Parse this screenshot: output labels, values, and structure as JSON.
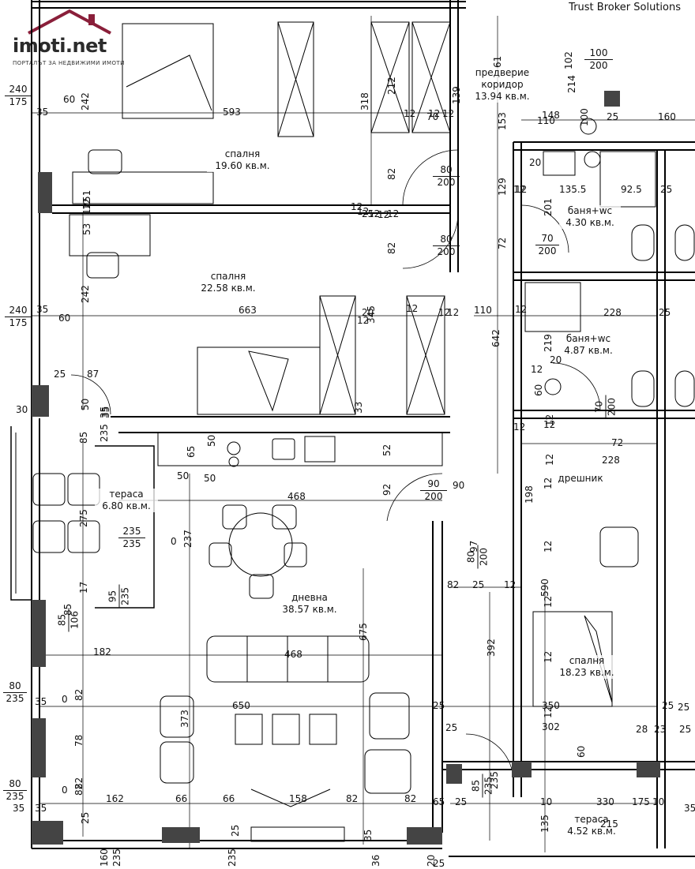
{
  "brand": {
    "logo_text": "imoti.net",
    "logo_subtitle": "ПОРТАЛЪТ ЗА НЕДВИЖИМИ ИМОТИ",
    "agency": "Trust Broker Solutions"
  },
  "rooms": [
    {
      "name": "спалня",
      "area": "19.60 кв.м."
    },
    {
      "name": "спалня",
      "area": "22.58 кв.м."
    },
    {
      "name": "предверие\nкоридор",
      "area": "13.94 кв.м."
    },
    {
      "name": "баня+wc",
      "area": "4.30 кв.м."
    },
    {
      "name": "баня+wc",
      "area": "4.87 кв.м."
    },
    {
      "name": "дрешник",
      "area": ""
    },
    {
      "name": "тераса",
      "area": "6.80 кв.м."
    },
    {
      "name": "дневна",
      "area": "38.57 кв.м."
    },
    {
      "name": "спалня",
      "area": "18.23 кв.м."
    },
    {
      "name": "тераса",
      "area": "4.52 кв.м."
    }
  ],
  "doors": [
    {
      "w": "100",
      "h": "200"
    },
    {
      "w": "80",
      "h": "200"
    },
    {
      "w": "80",
      "h": "200"
    },
    {
      "w": "70",
      "h": "200"
    },
    {
      "w": "70",
      "h": "200"
    },
    {
      "w": "90",
      "h": "200"
    },
    {
      "w": "80",
      "h": "200"
    },
    {
      "w": "240",
      "h": "175"
    },
    {
      "w": "240",
      "h": "175"
    },
    {
      "w": "235",
      "h": "235"
    },
    {
      "w": "95",
      "h": "235"
    },
    {
      "w": "85",
      "h": "106"
    },
    {
      "w": "80",
      "h": "235"
    },
    {
      "w": "80",
      "h": "235"
    },
    {
      "w": "85",
      "h": "235"
    }
  ],
  "hdims": [
    "593",
    "60",
    "35",
    "663",
    "60",
    "35",
    "110",
    "148",
    "25",
    "160",
    "135.5",
    "92.5",
    "25",
    "228",
    "25",
    "110",
    "12",
    "12",
    "87",
    "25",
    "468",
    "50",
    "50",
    "90",
    "72",
    "228",
    "66",
    "468",
    "182",
    "650",
    "350",
    "302",
    "162",
    "66",
    "82",
    "158",
    "82",
    "65",
    "25",
    "25",
    "10",
    "330",
    "215",
    "175",
    "10",
    "25",
    "82",
    "12",
    "28",
    "23",
    "25",
    "25",
    "25",
    "25",
    "25",
    "12",
    "12",
    "12",
    "12",
    "20",
    "12",
    "12",
    "12",
    "12",
    "12",
    "20",
    "12",
    "0",
    "0",
    "0",
    "30",
    "35",
    "35",
    "35",
    "35",
    "12",
    "70",
    "20",
    "12",
    "12",
    "12",
    "25",
    "12",
    "12",
    "12"
  ],
  "vdims": [
    "242",
    "318",
    "212",
    "139",
    "61",
    "102",
    "214",
    "100",
    "153",
    "129",
    "72",
    "201",
    "642",
    "345",
    "242",
    "53",
    "51",
    "12",
    "12",
    "82",
    "82",
    "219",
    "60",
    "85",
    "235",
    "35",
    "50",
    "275",
    "237",
    "17",
    "373",
    "82",
    "78",
    "82",
    "675",
    "392",
    "590",
    "198",
    "97",
    "235",
    "135",
    "60",
    "82",
    "92",
    "52",
    "65",
    "50",
    "33",
    "35",
    "85",
    "160",
    "235",
    "235",
    "35",
    "25",
    "20",
    "25",
    "36",
    "12",
    "12",
    "12",
    "12",
    "12",
    "12",
    "12"
  ]
}
